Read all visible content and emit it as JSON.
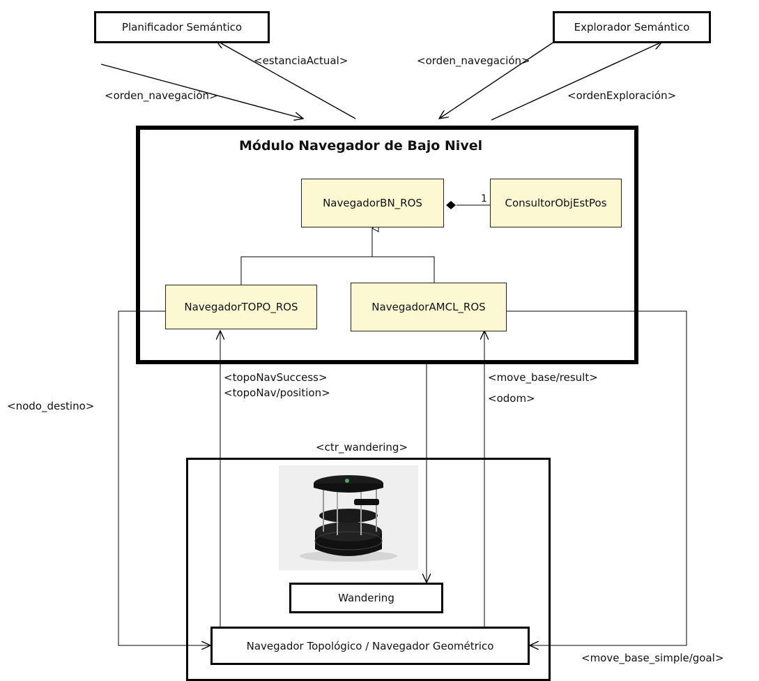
{
  "boxes": {
    "planificador": "Planificador Semántico",
    "explorador": "Explorador Semántico",
    "wandering": "Wandering",
    "navegador_base": "Navegador Topológico / Navegador Geométrico"
  },
  "module": {
    "title": "Módulo Navegador de Bajo Nivel",
    "classes": {
      "bn_ros": "NavegadorBN_ROS",
      "consultor": "ConsultorObjEstPos",
      "topo_ros": "NavegadorTOPO_ROS",
      "amcl_ros": "NavegadorAMCL_ROS"
    },
    "multiplicity": "1"
  },
  "labels": {
    "estancia_actual": "<estanciaActual>",
    "orden_nav_left": "<orden_navegación>",
    "orden_nav_right": "<orden_navegación>",
    "orden_exploracion": "<ordenExploración>",
    "nodo_destino": "<nodo_destino>",
    "topo_nav_success": "<topoNavSuccess>",
    "topo_nav_position": "<topoNav/position>",
    "ctr_wandering": "<ctr_wandering>",
    "move_base_result": "<move_base/result>",
    "odom": "<odom>",
    "move_base_simple_goal": "<move_base_simple/goal>"
  }
}
